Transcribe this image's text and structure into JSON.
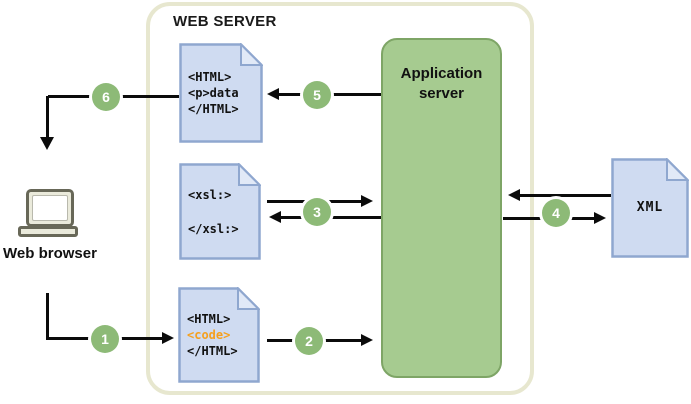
{
  "title": "WEB SERVER",
  "web_browser": {
    "label": "Web browser"
  },
  "app_server": {
    "label": "Application server"
  },
  "docs": {
    "html_out": {
      "lines": [
        "<HTML>",
        "<p>data",
        "</HTML>"
      ]
    },
    "xsl": {
      "lines": [
        "<xsl:>",
        "</xsl:>"
      ]
    },
    "html_code": {
      "lines": [
        "<HTML>",
        "<code>",
        "</HTML>"
      ]
    },
    "xml": {
      "label": "XML"
    }
  },
  "steps": [
    "1",
    "2",
    "3",
    "4",
    "5",
    "6"
  ],
  "colors": {
    "container_border": "#e7e7cf",
    "app_server_fill": "#a6cb90",
    "app_server_border": "#7ea566",
    "doc_fill": "#cfdbf1",
    "doc_fold": "#e1e9f7",
    "doc_border": "#8fa7cf",
    "step_circle": "#8dba77",
    "step_text": "#ffffff",
    "code_highlight": "#f5a01e",
    "arrow": "#0b0b0b"
  }
}
